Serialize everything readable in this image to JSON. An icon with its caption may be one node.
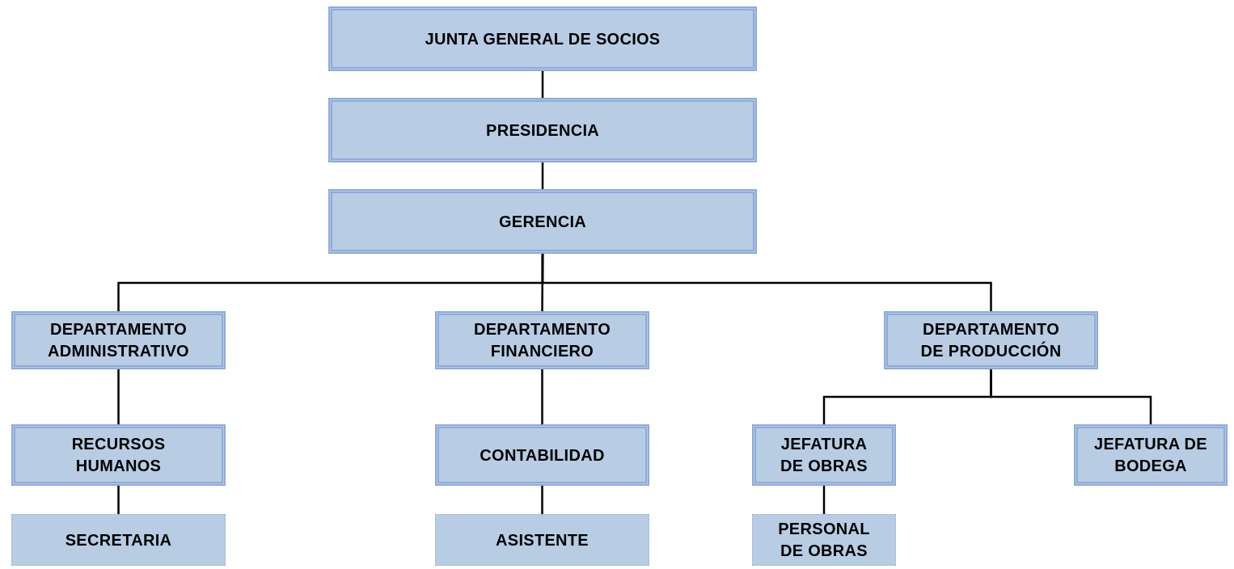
{
  "diagram": {
    "nodes": [
      {
        "text": [
          "JUNTA GENERAL DE SOCIOS"
        ]
      },
      {
        "text": [
          "PRESIDENCIA"
        ]
      },
      {
        "text": [
          "GERENCIA"
        ]
      },
      {
        "text": [
          "DEPARTAMENTO ADMINISTRATIVO"
        ]
      },
      {
        "text": [
          "DEPARTAMENTO FINANCIERO"
        ]
      },
      {
        "text": [
          "DEPARTAMENTO DE PRODUCCIÓN"
        ]
      },
      {
        "text": [
          "RECURSOS HUMANOS"
        ]
      },
      {
        "text": [
          "CONTABILIDAD"
        ]
      },
      {
        "text": [
          "JEFATURA DE OBRAS"
        ]
      },
      {
        "text": [
          "JEFATURA DE BODEGA"
        ]
      },
      {
        "text": [
          "SECRETARIA"
        ]
      },
      {
        "text": [
          "ASISTENTE"
        ]
      },
      {
        "text": [
          "PERSONAL DE OBRAS"
        ]
      }
    ],
    "edges": [
      {
        "from": 0,
        "to": 1,
        "arrow": "none"
      },
      {
        "from": 1,
        "to": 2,
        "arrow": "none"
      },
      {
        "from": 2,
        "to": 3,
        "arrow": "none"
      },
      {
        "from": 2,
        "to": 4,
        "arrow": "none"
      },
      {
        "from": 2,
        "to": 5,
        "arrow": "none"
      },
      {
        "from": 3,
        "to": 6,
        "arrow": "none"
      },
      {
        "from": 4,
        "to": 7,
        "arrow": "none"
      },
      {
        "from": 5,
        "to": 8,
        "arrow": "none"
      },
      {
        "from": 5,
        "to": 9,
        "arrow": "none"
      },
      {
        "from": 6,
        "to": 10,
        "arrow": "none"
      },
      {
        "from": 7,
        "to": 11,
        "arrow": "none"
      },
      {
        "from": 8,
        "to": 12,
        "arrow": "none"
      }
    ]
  }
}
